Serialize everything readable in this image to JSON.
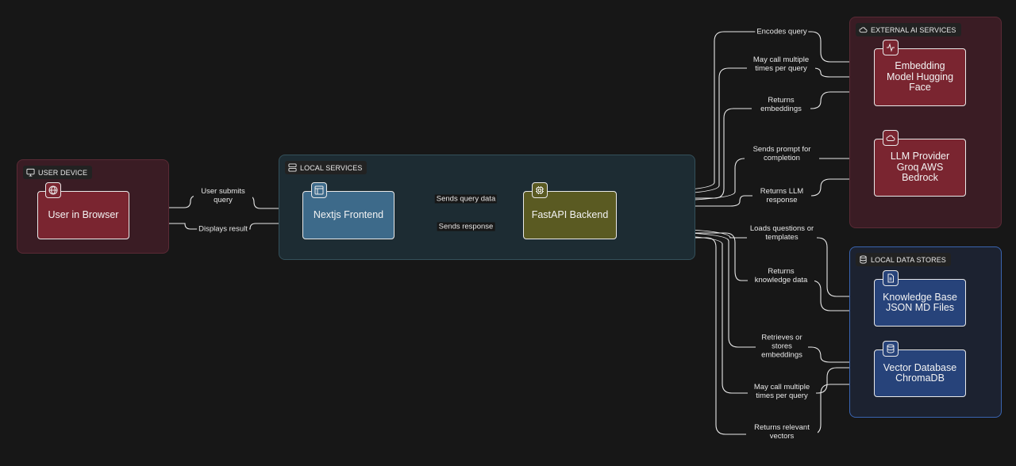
{
  "groups": {
    "user_device": "USER DEVICE",
    "local_services": "LOCAL SERVICES",
    "external_ai": "EXTERNAL AI SERVICES",
    "local_data": "LOCAL DATA STORES"
  },
  "nodes": {
    "browser": "User in Browser",
    "frontend": "Nextjs Frontend",
    "backend": "FastAPI Backend",
    "embedding": "Embedding Model Hugging Face",
    "llm": "LLM Provider Groq AWS Bedrock",
    "kb": "Knowledge Base JSON MD Files",
    "vector": "Vector Database ChromaDB"
  },
  "edges": {
    "user_submits": "User submits query",
    "displays_result": "Displays result",
    "sends_query": "Sends query data",
    "sends_response": "Sends response",
    "encodes_query": "Encodes query",
    "may_call_embed": "May call multiple times per query",
    "returns_embeddings": "Returns embeddings",
    "sends_prompt": "Sends prompt for completion",
    "returns_llm": "Returns LLM response",
    "loads_questions": "Loads questions or templates",
    "returns_knowledge": "Returns knowledge data",
    "retrieves_embeddings": "Retrieves or stores embeddings",
    "may_call_vector": "May call multiple times per query",
    "returns_vectors": "Returns relevant vectors"
  },
  "icons": [
    "monitor-icon",
    "server-icon",
    "cloud-icon",
    "database-icon",
    "globe-icon",
    "layout-icon",
    "cpu-icon",
    "activity-icon",
    "file-icon"
  ]
}
